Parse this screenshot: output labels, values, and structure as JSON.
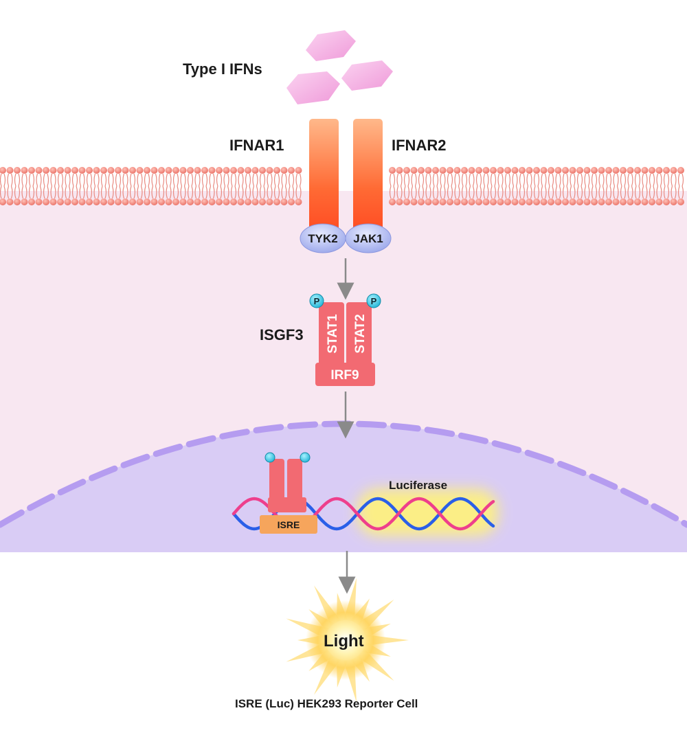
{
  "ligand": {
    "label": "Type I IFNs"
  },
  "receptors": {
    "left_label": "IFNAR1",
    "right_label": "IFNAR2",
    "left_kinase": "TYK2",
    "right_kinase": "JAK1"
  },
  "complex": {
    "label": "ISGF3",
    "stat1": "STAT1",
    "stat2": "STAT2",
    "irf9": "IRF9",
    "phospho": "P"
  },
  "nucleus": {
    "promoter": "ISRE",
    "reporter": "Luciferase"
  },
  "output": {
    "label": "Light"
  },
  "caption": "ISRE (Luc) HEK293 Reporter Cell",
  "colors": {
    "ligand": "#f3a8e0",
    "receptor": "#ff5a2a",
    "kinase": "#aab4f0",
    "stat": "#f26a72",
    "cytoplasm": "#f8e7f1",
    "nucleus": "#d9ccf5",
    "envelope": "#b59cf0",
    "membrane": "#f07b6e",
    "isre": "#f6a55c",
    "phospho": "#35c6e0",
    "arrow": "#8a8a8a"
  }
}
